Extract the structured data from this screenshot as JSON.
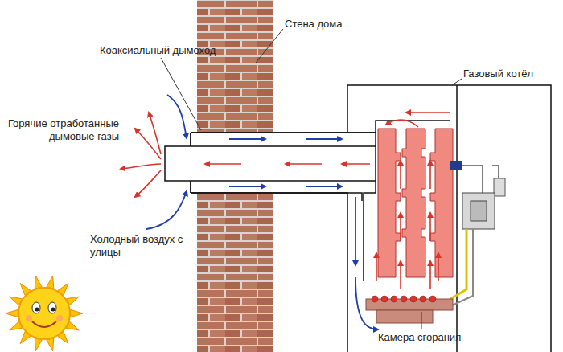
{
  "diagram": {
    "labels": [
      "Коаксиальный дымоход",
      "Стена дома",
      "Газовый котёл",
      "Горячие отработанные дымовые газы",
      "Холодный воздух с улицы",
      "Камера сгорания"
    ]
  }
}
